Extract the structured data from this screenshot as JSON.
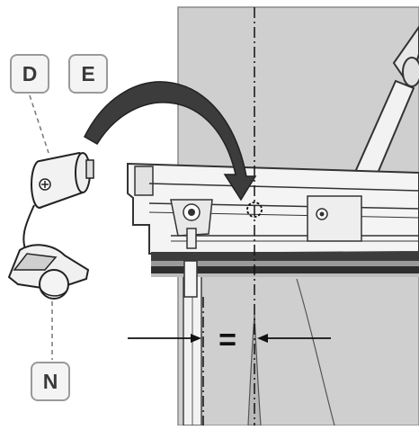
{
  "labels": {
    "d": "D",
    "e": "E",
    "n": "N",
    "equal_sign": "="
  },
  "colors": {
    "fabric": "#cfcfcf",
    "rail_dark": "#4a4a4a",
    "rail_light": "#e6e6e6",
    "arrow": "#3c3c3c",
    "line": "#1a1a1a",
    "label_border": "#9a9a9a",
    "label_bg": "#f4f4f4"
  }
}
